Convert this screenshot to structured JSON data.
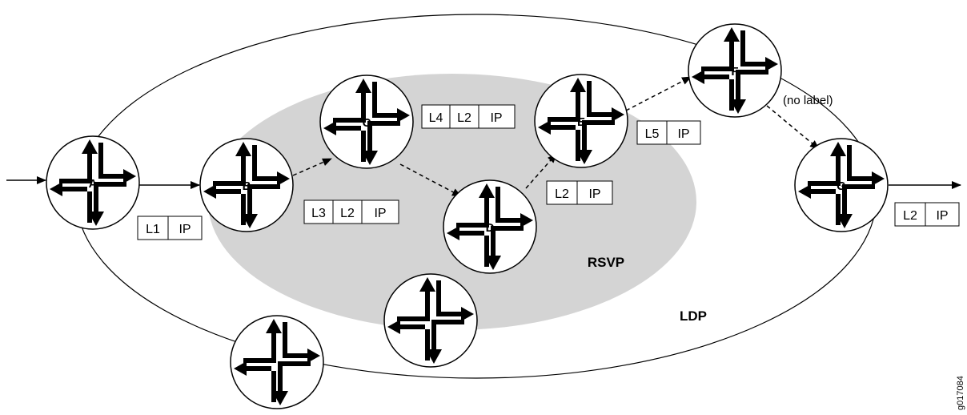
{
  "regions": {
    "rsvp": "RSVP",
    "ldp": "LDP"
  },
  "routers": {
    "A": "A",
    "B": "B",
    "C": "C",
    "D": "D",
    "E": "E",
    "F": "F",
    "G": "G"
  },
  "label_stacks": {
    "ab": [
      "L1",
      "IP"
    ],
    "bc": [
      "L3",
      "L2",
      "IP"
    ],
    "cd": [
      "L4",
      "L2",
      "IP"
    ],
    "de": [
      "L2",
      "IP"
    ],
    "ef": [
      "L5",
      "IP"
    ],
    "g_out": [
      "L2",
      "IP"
    ]
  },
  "annotations": {
    "fg": "(no label)"
  },
  "figure_id": "g017084",
  "colors": {
    "rsvp_fill": "#d4d4d4",
    "ink": "#000000"
  }
}
